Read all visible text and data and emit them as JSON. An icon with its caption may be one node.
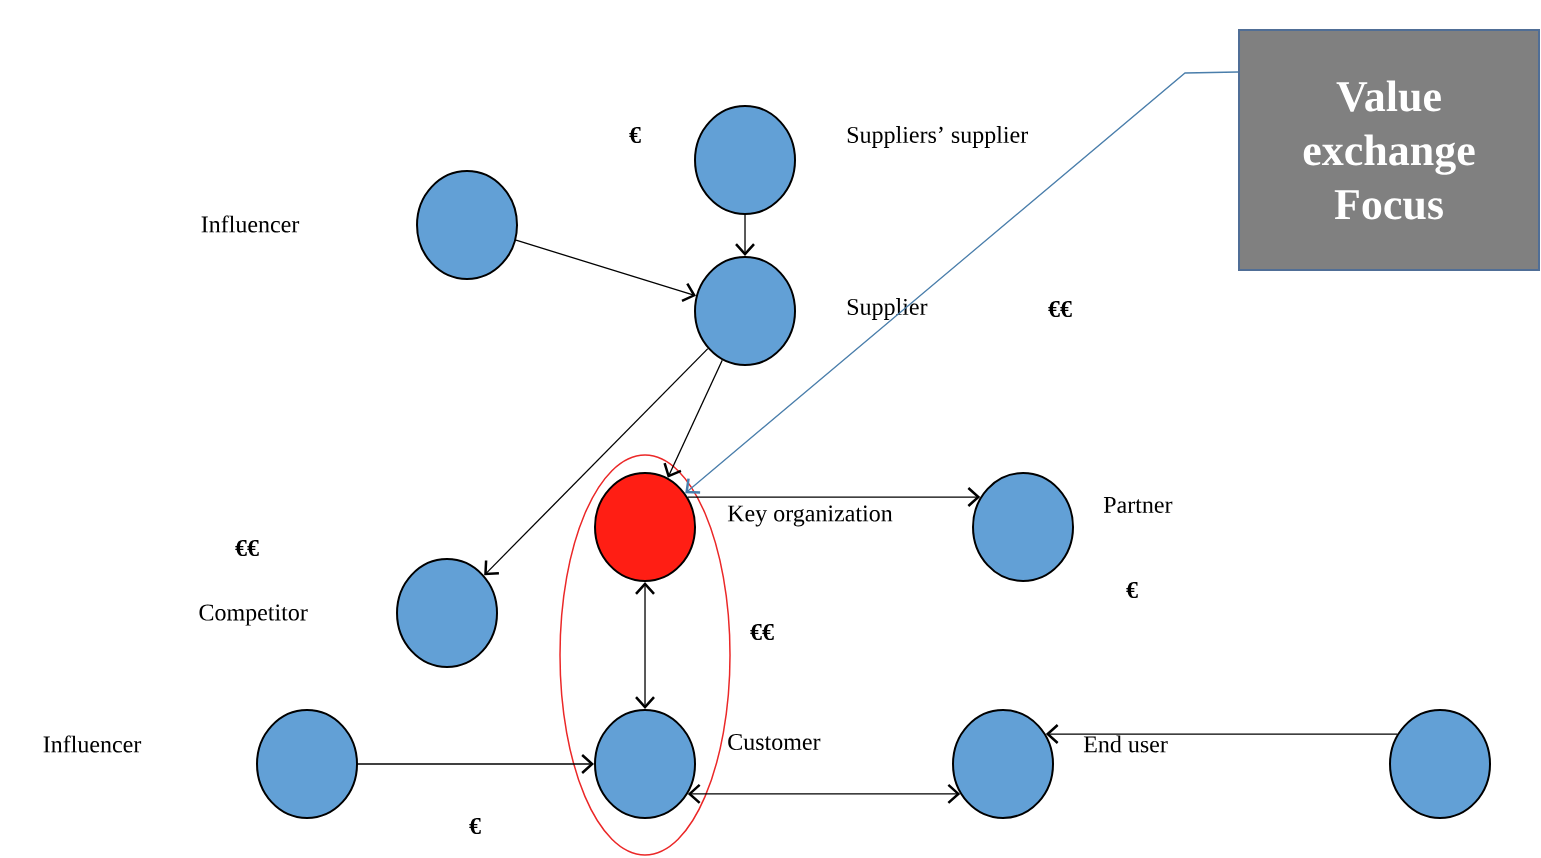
{
  "diagram": {
    "nodes": [
      {
        "text": [],
        "shape": "circle",
        "beside": [
          "Suppliers’ supplier"
        ]
      },
      {
        "text": [],
        "shape": "circle"
      },
      {
        "text": [],
        "shape": "circle",
        "beside": [
          "Supplier"
        ]
      },
      {
        "text": [],
        "shape": "circle",
        "beside": [
          "Key organization"
        ]
      },
      {
        "text": [],
        "shape": "circle",
        "beside": [
          "Partner"
        ]
      },
      {
        "text": [],
        "shape": "circle",
        "beside": [
          "Competitor"
        ]
      },
      {
        "text": [],
        "shape": "circle"
      },
      {
        "text": [],
        "shape": "circle",
        "beside": [
          "Customer"
        ]
      },
      {
        "text": [],
        "shape": "circle",
        "beside": [
          "End user"
        ]
      },
      {
        "text": [],
        "shape": "circle"
      },
      {
        "text": [
          "Value exchange Focus"
        ]
      }
    ],
    "edges": [
      {
        "from": 0,
        "to": 2,
        "arrow": "to"
      },
      {
        "from": 1,
        "to": 2,
        "arrow": "to"
      },
      {
        "from": 2,
        "to": 3,
        "arrow": "to"
      },
      {
        "from": 2,
        "to": 5,
        "arrow": "to"
      },
      {
        "from": 3,
        "to": 4,
        "arrow": "to"
      },
      {
        "from": 3,
        "to": 7,
        "arrow": "both"
      },
      {
        "from": 6,
        "to": 7,
        "arrow": "to"
      },
      {
        "from": 7,
        "to": 8,
        "arrow": "both"
      },
      {
        "from": 9,
        "to": 8,
        "arrow": "to"
      },
      {
        "from": 10,
        "to": 3,
        "arrow": "to",
        "color": "#4a7eab"
      }
    ],
    "labels": [
      "€",
      "Influencer",
      "€€",
      "€€",
      "€",
      "€€",
      "Influencer",
      "€"
    ]
  }
}
